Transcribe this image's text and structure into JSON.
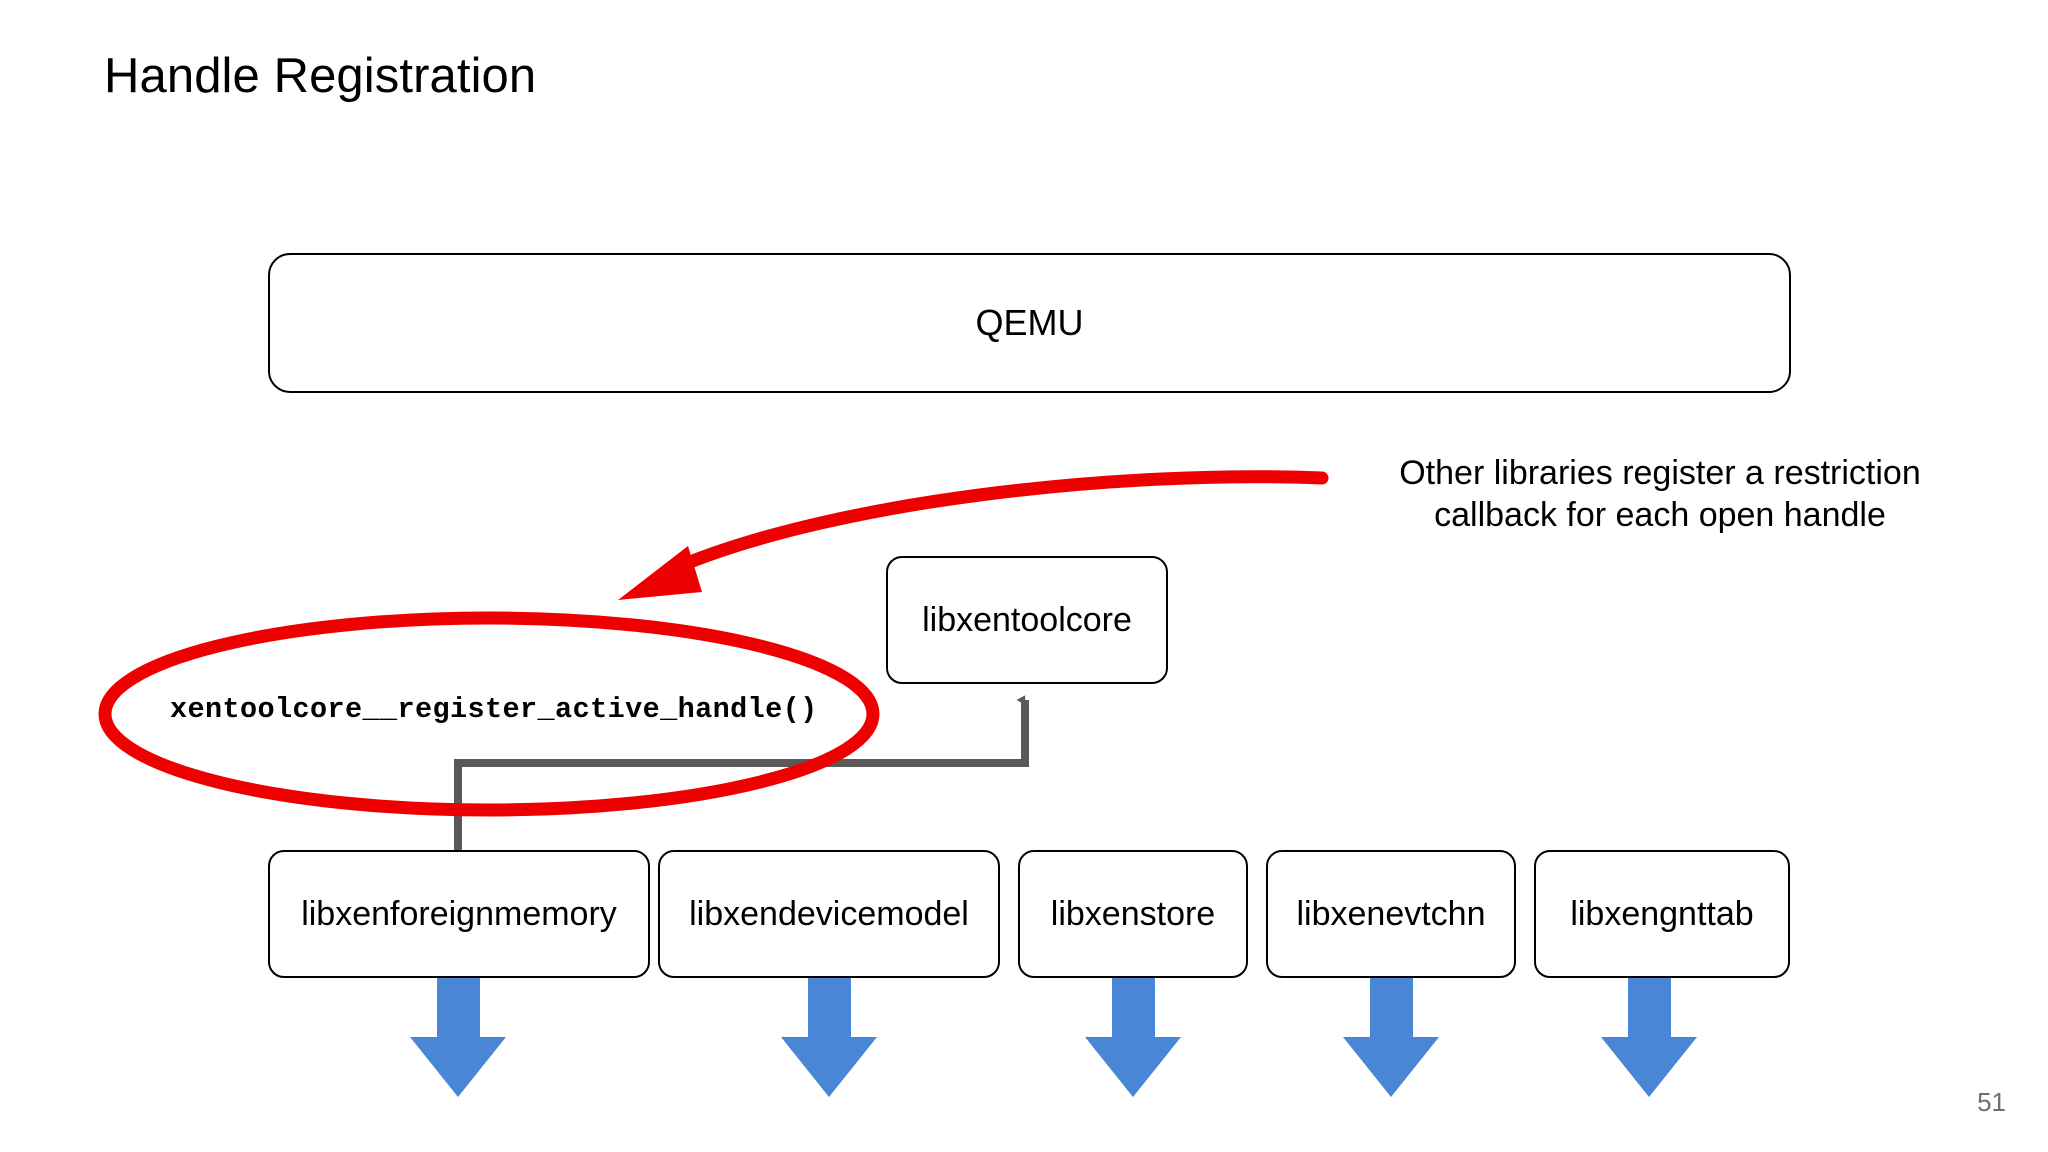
{
  "slide": {
    "title": "Handle Registration",
    "page_number": "51"
  },
  "colors": {
    "highlight_red": "#ee0000",
    "connector_grey": "#595959",
    "arrow_blue": "#4a86d6",
    "box_border": "#000000",
    "text": "#000000",
    "page_number": "#6f6f6f"
  },
  "diagram": {
    "type": "block-diagram",
    "application": {
      "label": "QEMU"
    },
    "core": {
      "label": "libxentoolcore"
    },
    "libraries": [
      {
        "label": "libxenforeignmemory"
      },
      {
        "label": "libxendevicemodel"
      },
      {
        "label": "libxenstore"
      },
      {
        "label": "libxenevtchn"
      },
      {
        "label": "libxengnttab"
      }
    ],
    "highlight": {
      "function_label": "xentoolcore__register_active_handle()",
      "annotation": "Other libraries register a restriction\ncallback for each open handle"
    },
    "connectors": [
      {
        "from": "libxenforeignmemory",
        "to": "libxentoolcore",
        "style": "elbow-arrow",
        "color": "#595959"
      }
    ],
    "down_arrows": 5
  }
}
